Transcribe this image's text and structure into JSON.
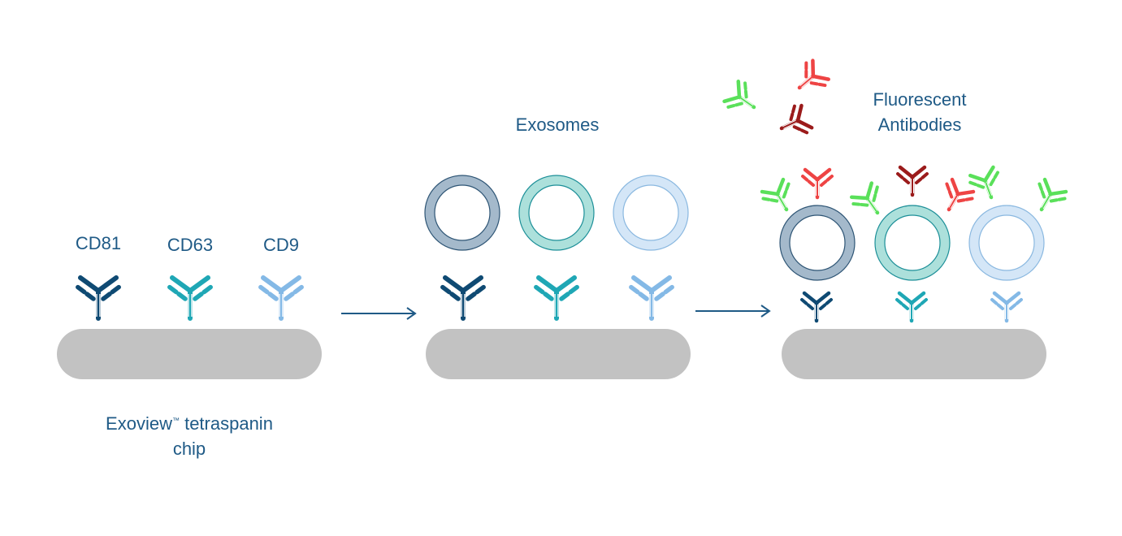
{
  "colors": {
    "text": "#1f5a86",
    "chip": "#c2c2c2",
    "arrow": "#1f5a86",
    "cd81": "#0f4a73",
    "cd63": "#1fa7b5",
    "cd9": "#84b9e6",
    "fluor_green": "#5ae05a",
    "fluor_red": "#ee4444",
    "fluor_darkred": "#9b1b1b"
  },
  "panel1": {
    "labels": [
      "CD81",
      "CD63",
      "CD9"
    ],
    "chip_label_line1": "Exoview",
    "chip_label_tm": "™",
    "chip_label_line1_rest": " tetraspanin",
    "chip_label_line2": "chip"
  },
  "panel2": {
    "title": "Exosomes"
  },
  "panel3": {
    "title_line1": "Fluorescent",
    "title_line2": "Antibodies"
  },
  "exosomes": [
    {
      "ring": "#a4b9cb",
      "stroke": "#2e5575"
    },
    {
      "ring": "#ace0db",
      "stroke": "#1c8f98"
    },
    {
      "ring": "#d4e6f7",
      "stroke": "#8ab8e0"
    }
  ]
}
